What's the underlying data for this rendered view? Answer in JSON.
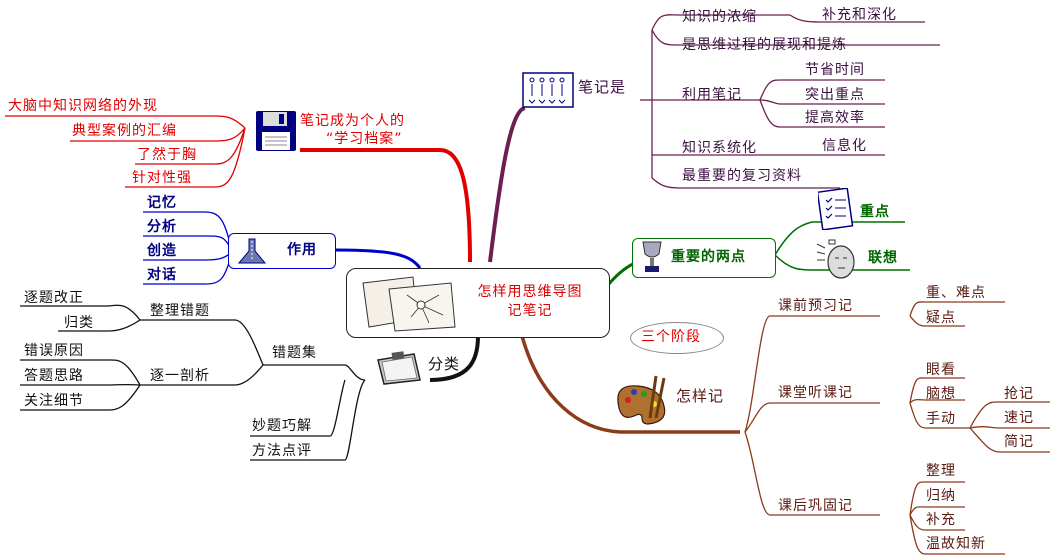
{
  "center_title": [
    "怎样用思维导图",
    "记笔记"
  ],
  "notes_is": {
    "label": "笔记是",
    "items": {
      "condensed": "知识的浓缩",
      "supplement": "补充和深化",
      "process": "是思维过程的展现和提炼",
      "use_notes": "利用笔记",
      "save_time": "节省时间",
      "highlight": "突出重点",
      "efficiency": "提高效率",
      "systematize": "知识系统化",
      "informatize": "信息化",
      "review": "最重要的复习资料"
    }
  },
  "archive": {
    "label": [
      "笔记成为个人的",
      "“学习档案”"
    ],
    "items": [
      "大脑中知识网络的外现",
      "典型案例的汇编",
      "了然于胸",
      "针对性强"
    ]
  },
  "function": {
    "label": "作用",
    "items": [
      "记忆",
      "分析",
      "创造",
      "对话"
    ]
  },
  "two_points": {
    "label": "重要的两点",
    "key": "重点",
    "assoc": "联想"
  },
  "classify": {
    "label": "分类",
    "error_set": "错题集",
    "sort_errors": "整理错题",
    "sort_items": [
      "逐题改正",
      "归类"
    ],
    "analyze": "逐一剖析",
    "analyze_items": [
      "错误原因",
      "答题思路",
      "关注细节"
    ],
    "clever": "妙题巧解",
    "method": "方法点评"
  },
  "how": {
    "label": "怎样记",
    "bubble": "三个阶段",
    "before": "课前预习记",
    "before_items": [
      "重、难点",
      "疑点"
    ],
    "during": "课堂听课记",
    "during_items": [
      "眼看",
      "脑想",
      "手动"
    ],
    "hand_items": [
      "抢记",
      "速记",
      "简记"
    ],
    "after": "课后巩固记",
    "after_items": [
      "整理",
      "归纳",
      "补充",
      "温故知新"
    ]
  },
  "colors": {
    "red": "#e00000",
    "navy": "#000080",
    "green": "#006600",
    "maroon": "#8b3a1a",
    "purple": "#6b2050"
  }
}
